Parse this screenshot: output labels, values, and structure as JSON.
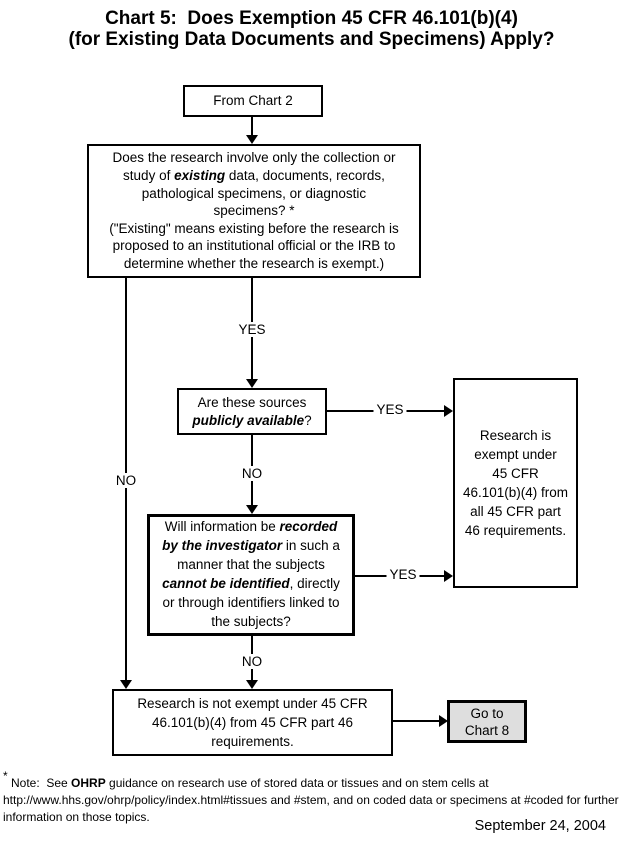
{
  "title": {
    "line1": "Chart 5:  Does Exemption 45 CFR 46.101(b)(4)",
    "line2": "(for Existing Data Documents and Specimens) Apply?"
  },
  "nodes": {
    "start": "From Chart 2",
    "q1": {
      "part1": "Does the research involve only the collection or study of ",
      "em1": "existing",
      "part2": " data, documents, records, pathological specimens, or diagnostic specimens? *",
      "note": "(\"Existing\" means existing before the research is proposed to an institutional official or the IRB to determine whether the research is exempt.)"
    },
    "q2": {
      "part1": "Are these sources ",
      "em1": "publicly available",
      "part2": "?"
    },
    "q3": {
      "part1": "Will information be ",
      "em1": "recorded by the investigator",
      "part2": " in such a manner that the subjects ",
      "em2": "cannot be identified",
      "part3": ", directly or through identifiers linked to the subjects?"
    },
    "exempt": "Research is\nexempt under\n45 CFR\n46.101(b)(4) from\nall 45 CFR part\n46 requirements.",
    "not_exempt": "Research is not exempt under 45 CFR\n46.101(b)(4) from 45 CFR part 46\nrequirements.",
    "goto": "Go to\nChart 8"
  },
  "labels": {
    "yes_mid": "YES",
    "yes_q2": "YES",
    "yes_q3": "YES",
    "no_left": "NO",
    "no_mid1": "NO",
    "no_mid2": "NO"
  },
  "footnote": {
    "asterisk": "*",
    "part1": " Note:  See ",
    "bold1": "OHRP",
    "part2": " guidance on research use of stored data or tissues and on stem cells at http://www.hhs.gov/ohrp/policy/index.html#tissues and #stem, and on coded data or specimens at #coded for further information on those topics."
  },
  "date": "September 24, 2004",
  "colors": {
    "ink": "#000000",
    "background": "#ffffff",
    "goto_fill": "#dedede"
  }
}
